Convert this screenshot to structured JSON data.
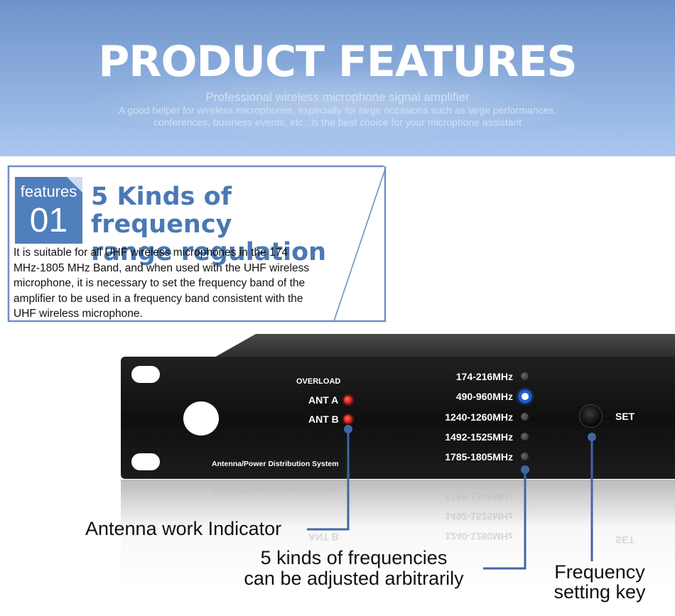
{
  "banner": {
    "title": "PRODUCT FEATURES",
    "subtitle": "Professional wireless microphone signal amplifier",
    "description_line1": "A good helper for wireless microphones, especially for large occasions such as large performances,",
    "description_line2": "conferences, business events, etc., is the best choice for your microphone assistant"
  },
  "feature": {
    "badge_word": "features",
    "badge_number": "01",
    "heading_line1": "5 Kinds of frequency",
    "heading_line2": "range regulation",
    "body_lines": [
      "It is suitable for all UHF wireless microphones in the 174",
      "MHz-1805 MHz Band, and when used with the UHF wireless",
      "microphone, it is necessary to set the frequency band of the",
      "amplifier to be used in a frequency band consistent with the",
      "UHF wireless microphone."
    ]
  },
  "device": {
    "overload_label": "OVERLOAD",
    "ant_a_label": "ANT A",
    "ant_b_label": "ANT B",
    "system_label": "Antenna/Power Distribution System",
    "set_label": "SET",
    "frequencies": [
      "174-216MHz",
      "490-960MHz",
      "1240-1260MHz",
      "1492-1525MHz",
      "1785-1805MHz"
    ],
    "active_frequency": "490-960MHz",
    "colors": {
      "led_red": "#e0180f",
      "led_blue": "#1f5fe0",
      "accent": "#4f7fbd"
    }
  },
  "callouts": {
    "antenna": "Antenna work Indicator",
    "frequencies_line1": "5 kinds of frequencies",
    "frequencies_line2": "can be adjusted arbitrarily",
    "key_line1": "Frequency",
    "key_line2": "setting key"
  }
}
